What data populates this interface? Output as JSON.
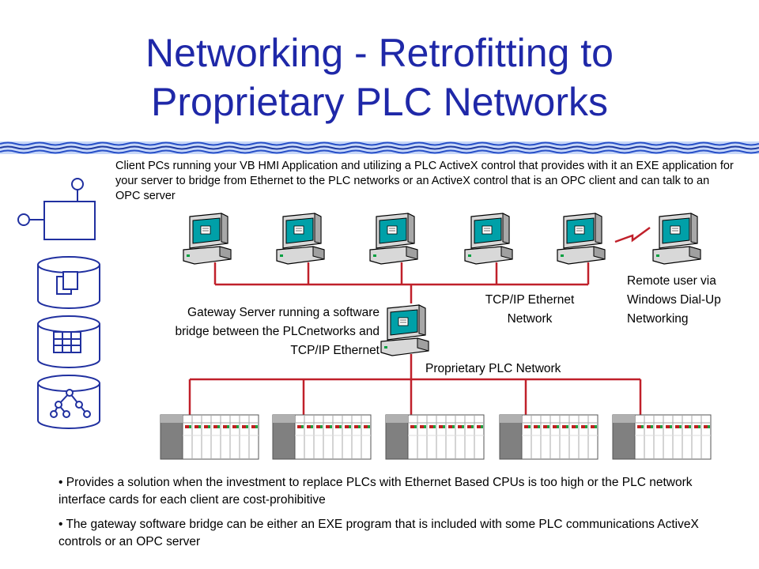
{
  "title_line1": "Networking - Retrofitting to",
  "title_line2": "Proprietary PLC Networks",
  "intro_text": "Client PCs running your VB HMI Application and utilizing a PLC ActiveX control that provides with it an EXE application for your server to bridge from Ethernet to the PLC networks or an ActiveX control that is an OPC client and can talk to an OPC server",
  "labels": {
    "remote_1": "Remote user via",
    "remote_2": "Windows Dial-Up",
    "remote_3": "Networking",
    "tcp_1": "TCP/IP Ethernet",
    "tcp_2": "Network",
    "gateway_1": "Gateway Server running a software",
    "gateway_2": "bridge between the PLCnetworks and",
    "gateway_3": "TCP/IP Ethernet",
    "plc_network": "Proprietary PLC Network"
  },
  "bullets": [
    "Provides a solution when the investment to replace PLCs with Ethernet Based CPUs is too high or the PLC network interface cards for each client are cost-prohibitive",
    "The gateway software bridge can be either an EXE program that is included with some PLC communications ActiveX controls or an OPC server"
  ],
  "colors": {
    "title": "#1f28a8",
    "network_line": "#c0202a",
    "wave": "#2850c8"
  }
}
